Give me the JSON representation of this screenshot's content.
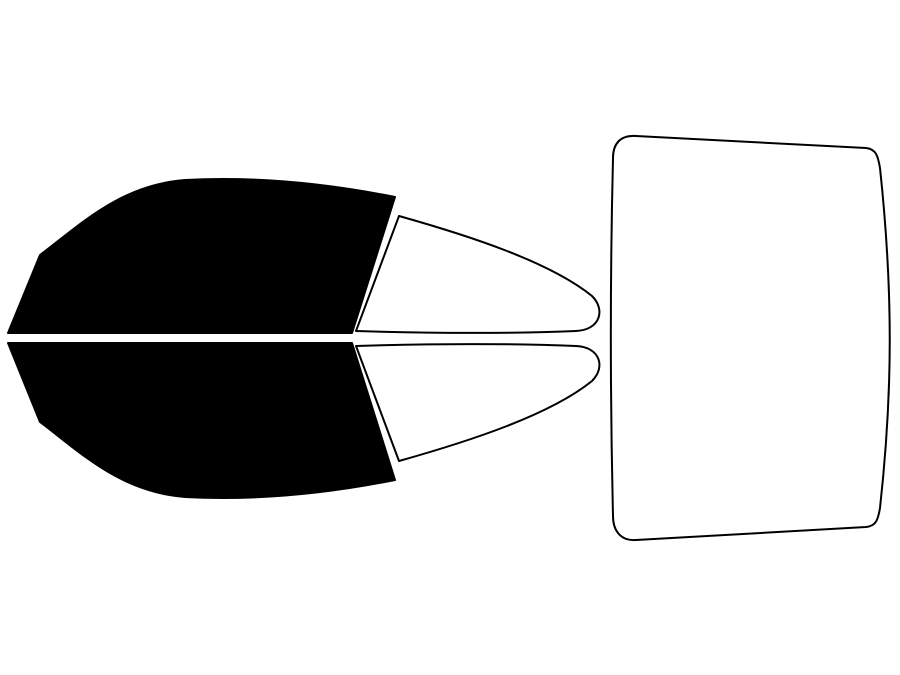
{
  "colors": {
    "background": "#ffffff",
    "tinted_fill": "#000000",
    "clear_fill": "#ffffff",
    "outline": "#000000"
  },
  "panes": [
    {
      "id": "front-left-window",
      "tinted": true
    },
    {
      "id": "front-right-window",
      "tinted": true
    },
    {
      "id": "rear-left-window",
      "tinted": false
    },
    {
      "id": "rear-right-window",
      "tinted": false
    },
    {
      "id": "rear-windshield",
      "tinted": false
    }
  ]
}
